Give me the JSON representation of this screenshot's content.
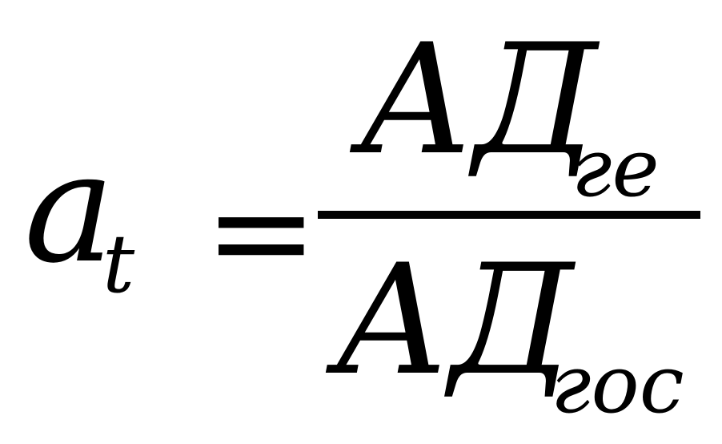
{
  "formula": {
    "lhs": {
      "symbol": "a",
      "subscript": "t"
    },
    "operator": "=",
    "numerator": {
      "symbol": "АД",
      "subscript": "ге"
    },
    "denominator": {
      "symbol": "АД",
      "subscript": "гос"
    }
  }
}
